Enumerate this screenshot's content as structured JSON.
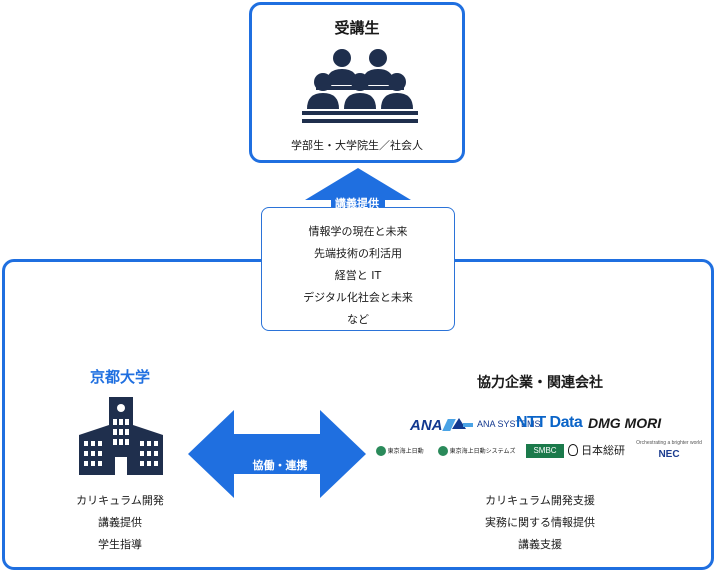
{
  "students": {
    "title": "受講生",
    "subtitle": "学部生・大学院生／社会人"
  },
  "lecture": {
    "label": "講義提供",
    "topics": [
      "情報学の現在と未来",
      "先端技術の利活用",
      "経営と IT",
      "デジタル化社会と未来",
      "など"
    ]
  },
  "university": {
    "name": "京都大学",
    "roles": [
      "カリキュラム開発",
      "講義提供",
      "学生指導"
    ]
  },
  "collaboration": {
    "label": "協働・連携"
  },
  "partners": {
    "title": "協力企業・関連会社",
    "logos": {
      "ana": "ANA",
      "ana_systems": "ANA SYSTEMS",
      "ntt_data": "NTT Data",
      "dmg_mori": "DMG MORI",
      "tokio_marine": "東京海上日動",
      "tokio_marine_systems": "東京海上日動システムズ",
      "smbc": "SMBC",
      "nri": "日本総研",
      "nec_tagline": "Orchestrating a brighter world",
      "nec": "NEC"
    },
    "roles": [
      "カリキュラム開発支援",
      "実務に関する情報提供",
      "講義支援"
    ]
  },
  "colors": {
    "accent": "#1f6fe0",
    "navy": "#1f2f4d",
    "ana_blue": "#12388f",
    "ntt_blue": "#0a64c8",
    "nec_blue": "#1b3c8f",
    "smbc_green": "#1b7a4b",
    "tokio_green": "#2a8a5a"
  }
}
